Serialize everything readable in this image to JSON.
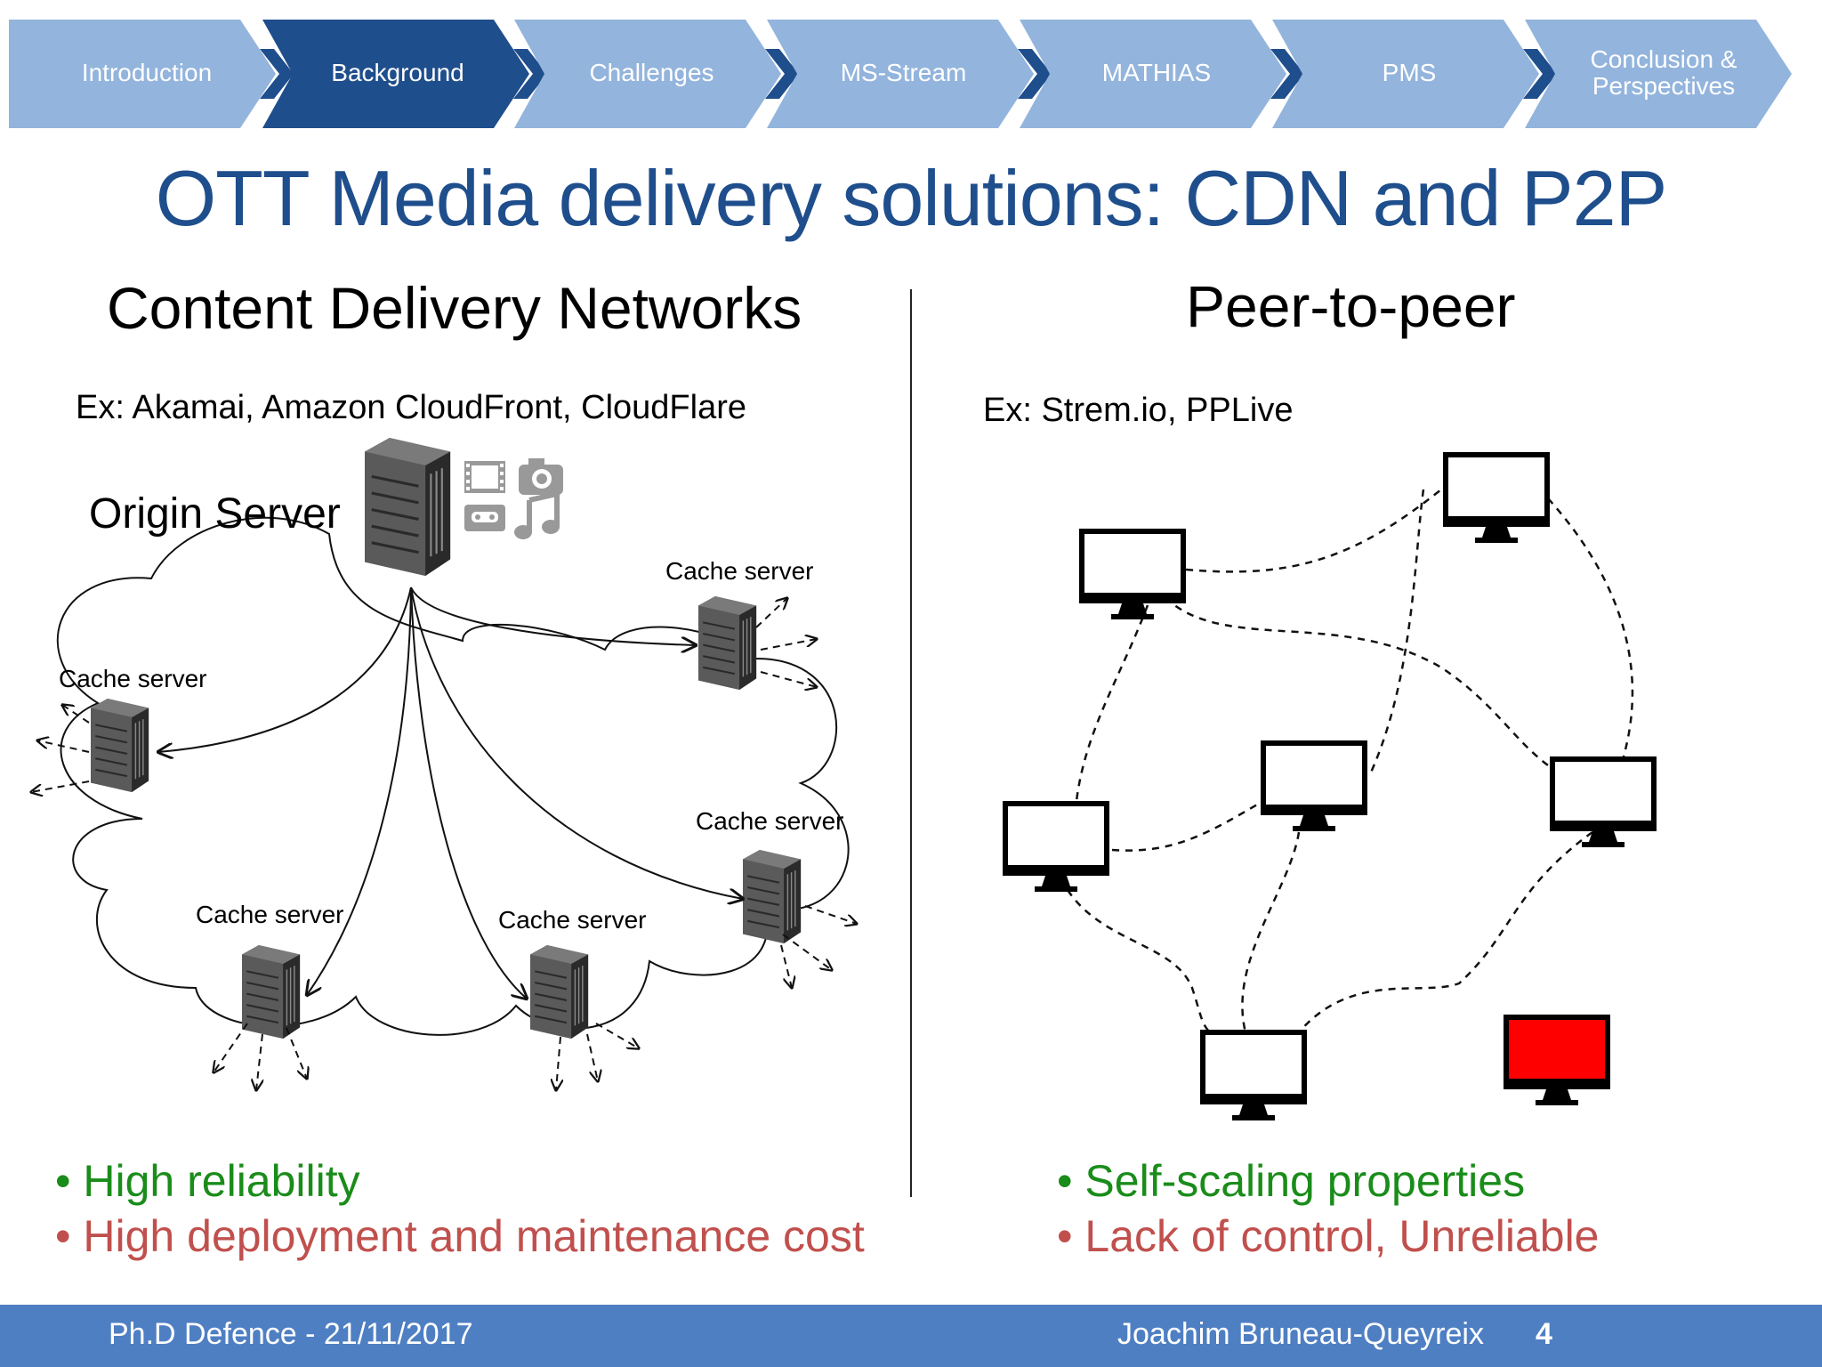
{
  "nav": {
    "items": [
      {
        "label": "Introduction",
        "active": false
      },
      {
        "label": "Background",
        "active": true
      },
      {
        "label": "Challenges",
        "active": false
      },
      {
        "label": "MS-Stream",
        "active": false
      },
      {
        "label": "MATHIAS",
        "active": false
      },
      {
        "label": "PMS",
        "active": false
      },
      {
        "label": "Conclusion &\nPerspectives",
        "active": false
      }
    ],
    "colors": {
      "inactive": "#93b4dc",
      "active": "#1f4e8c",
      "chevron": "#1f4e8c"
    }
  },
  "slide": {
    "title": "OTT Media delivery solutions: CDN and P2P"
  },
  "cdn": {
    "heading": "Content Delivery Networks",
    "examples": "Ex: Akamai, Amazon CloudFront, CloudFlare",
    "origin_label": "Origin Server",
    "cache_label": "Cache server",
    "media_icons": [
      "film-icon",
      "camera-icon",
      "cassette-icon",
      "music-note-icon"
    ],
    "pros": [
      "High reliability"
    ],
    "cons": [
      "High deployment and maintenance cost"
    ]
  },
  "p2p": {
    "heading": "Peer-to-peer",
    "examples": "Ex: Strem.io, PPLive",
    "failed_peer_color": "#ff0000",
    "pros": [
      "Self-scaling properties"
    ],
    "cons": [
      "Lack of control, Unreliable"
    ]
  },
  "footer": {
    "left": "Ph.D Defence - 21/11/2017",
    "author": "Joachim Bruneau-Queyreix",
    "page_number": "4",
    "color": "#4f7fc3"
  }
}
